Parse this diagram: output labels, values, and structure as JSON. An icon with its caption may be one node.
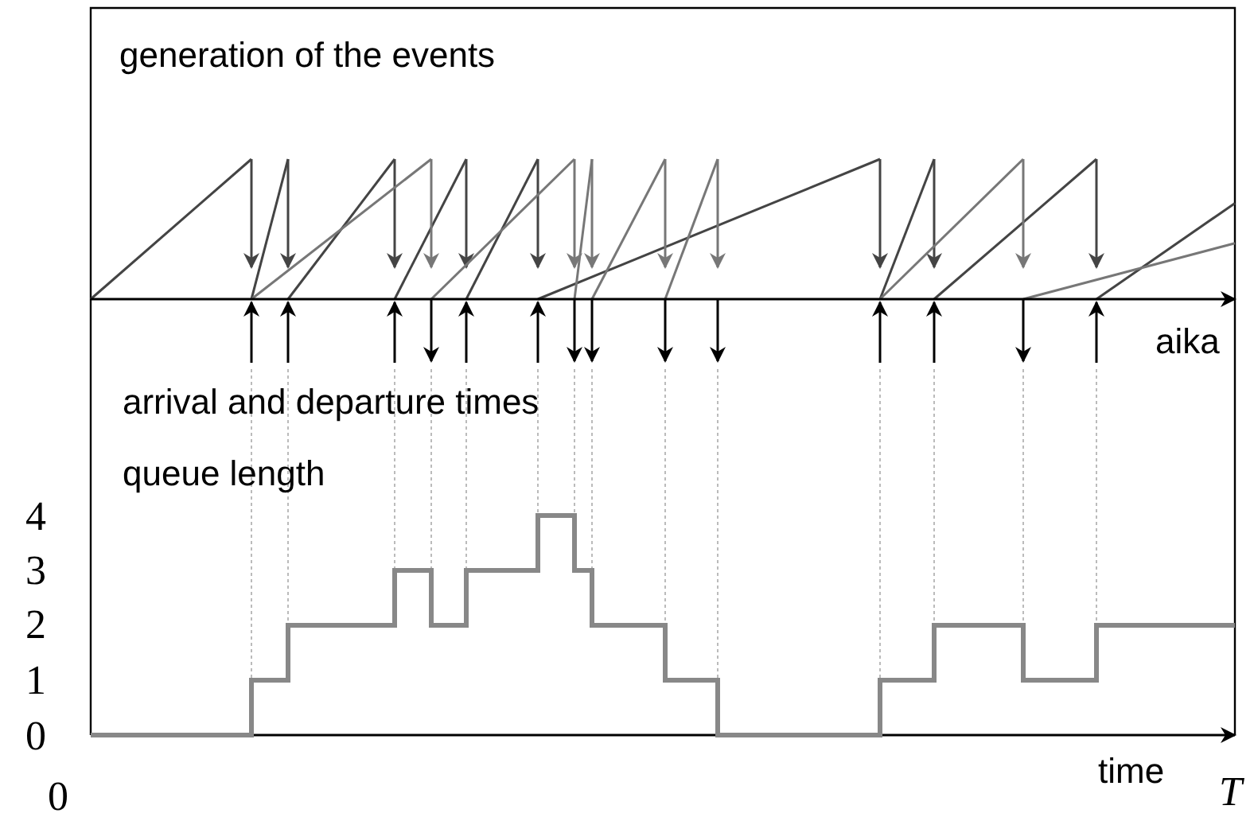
{
  "diagram": {
    "labels": [
      "generation of the events",
      "aika",
      "arrival and departure times",
      "queue length",
      "4",
      "3",
      "2",
      "1",
      "0",
      "0",
      "time",
      "T"
    ]
  }
}
